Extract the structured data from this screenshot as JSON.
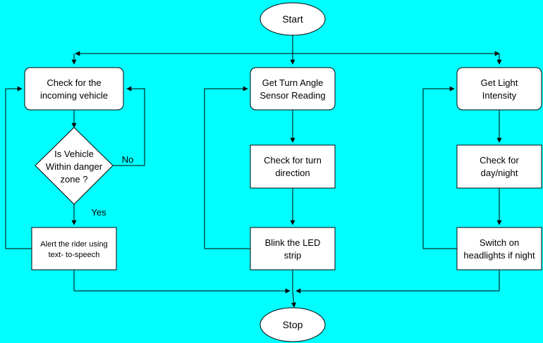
{
  "diagram": {
    "background": "#00ffff",
    "node_fill": "#ffffff",
    "stroke": "#000000",
    "nodes": {
      "start": {
        "lines": [
          "Start"
        ],
        "shape": "ellipse"
      },
      "stop": {
        "lines": [
          "Stop"
        ],
        "shape": "ellipse"
      },
      "check_vehicle": {
        "lines": [
          "Check for the",
          "incoming vehicle"
        ],
        "shape": "rounded-rect"
      },
      "decision": {
        "lines": [
          "Is Vehicle",
          "Within danger",
          "zone ?"
        ],
        "shape": "diamond"
      },
      "alert_rider": {
        "lines": [
          "Alert the rider using",
          "text- to-speech"
        ],
        "shape": "rect"
      },
      "get_turn_angle": {
        "lines": [
          "Get Turn Angle",
          "Sensor Reading"
        ],
        "shape": "rounded-rect"
      },
      "check_turn": {
        "lines": [
          "Check for turn",
          "direction"
        ],
        "shape": "rect"
      },
      "blink_led": {
        "lines": [
          "Blink the LED",
          "strip"
        ],
        "shape": "rect"
      },
      "get_light": {
        "lines": [
          "Get Light",
          "Intensity"
        ],
        "shape": "rounded-rect"
      },
      "check_day": {
        "lines": [
          "Check for",
          "day/night"
        ],
        "shape": "rect"
      },
      "switch_headlights": {
        "lines": [
          "Switch on",
          "headlights if night"
        ],
        "shape": "rect"
      }
    },
    "edge_labels": {
      "no": "No",
      "yes": "Yes"
    }
  }
}
